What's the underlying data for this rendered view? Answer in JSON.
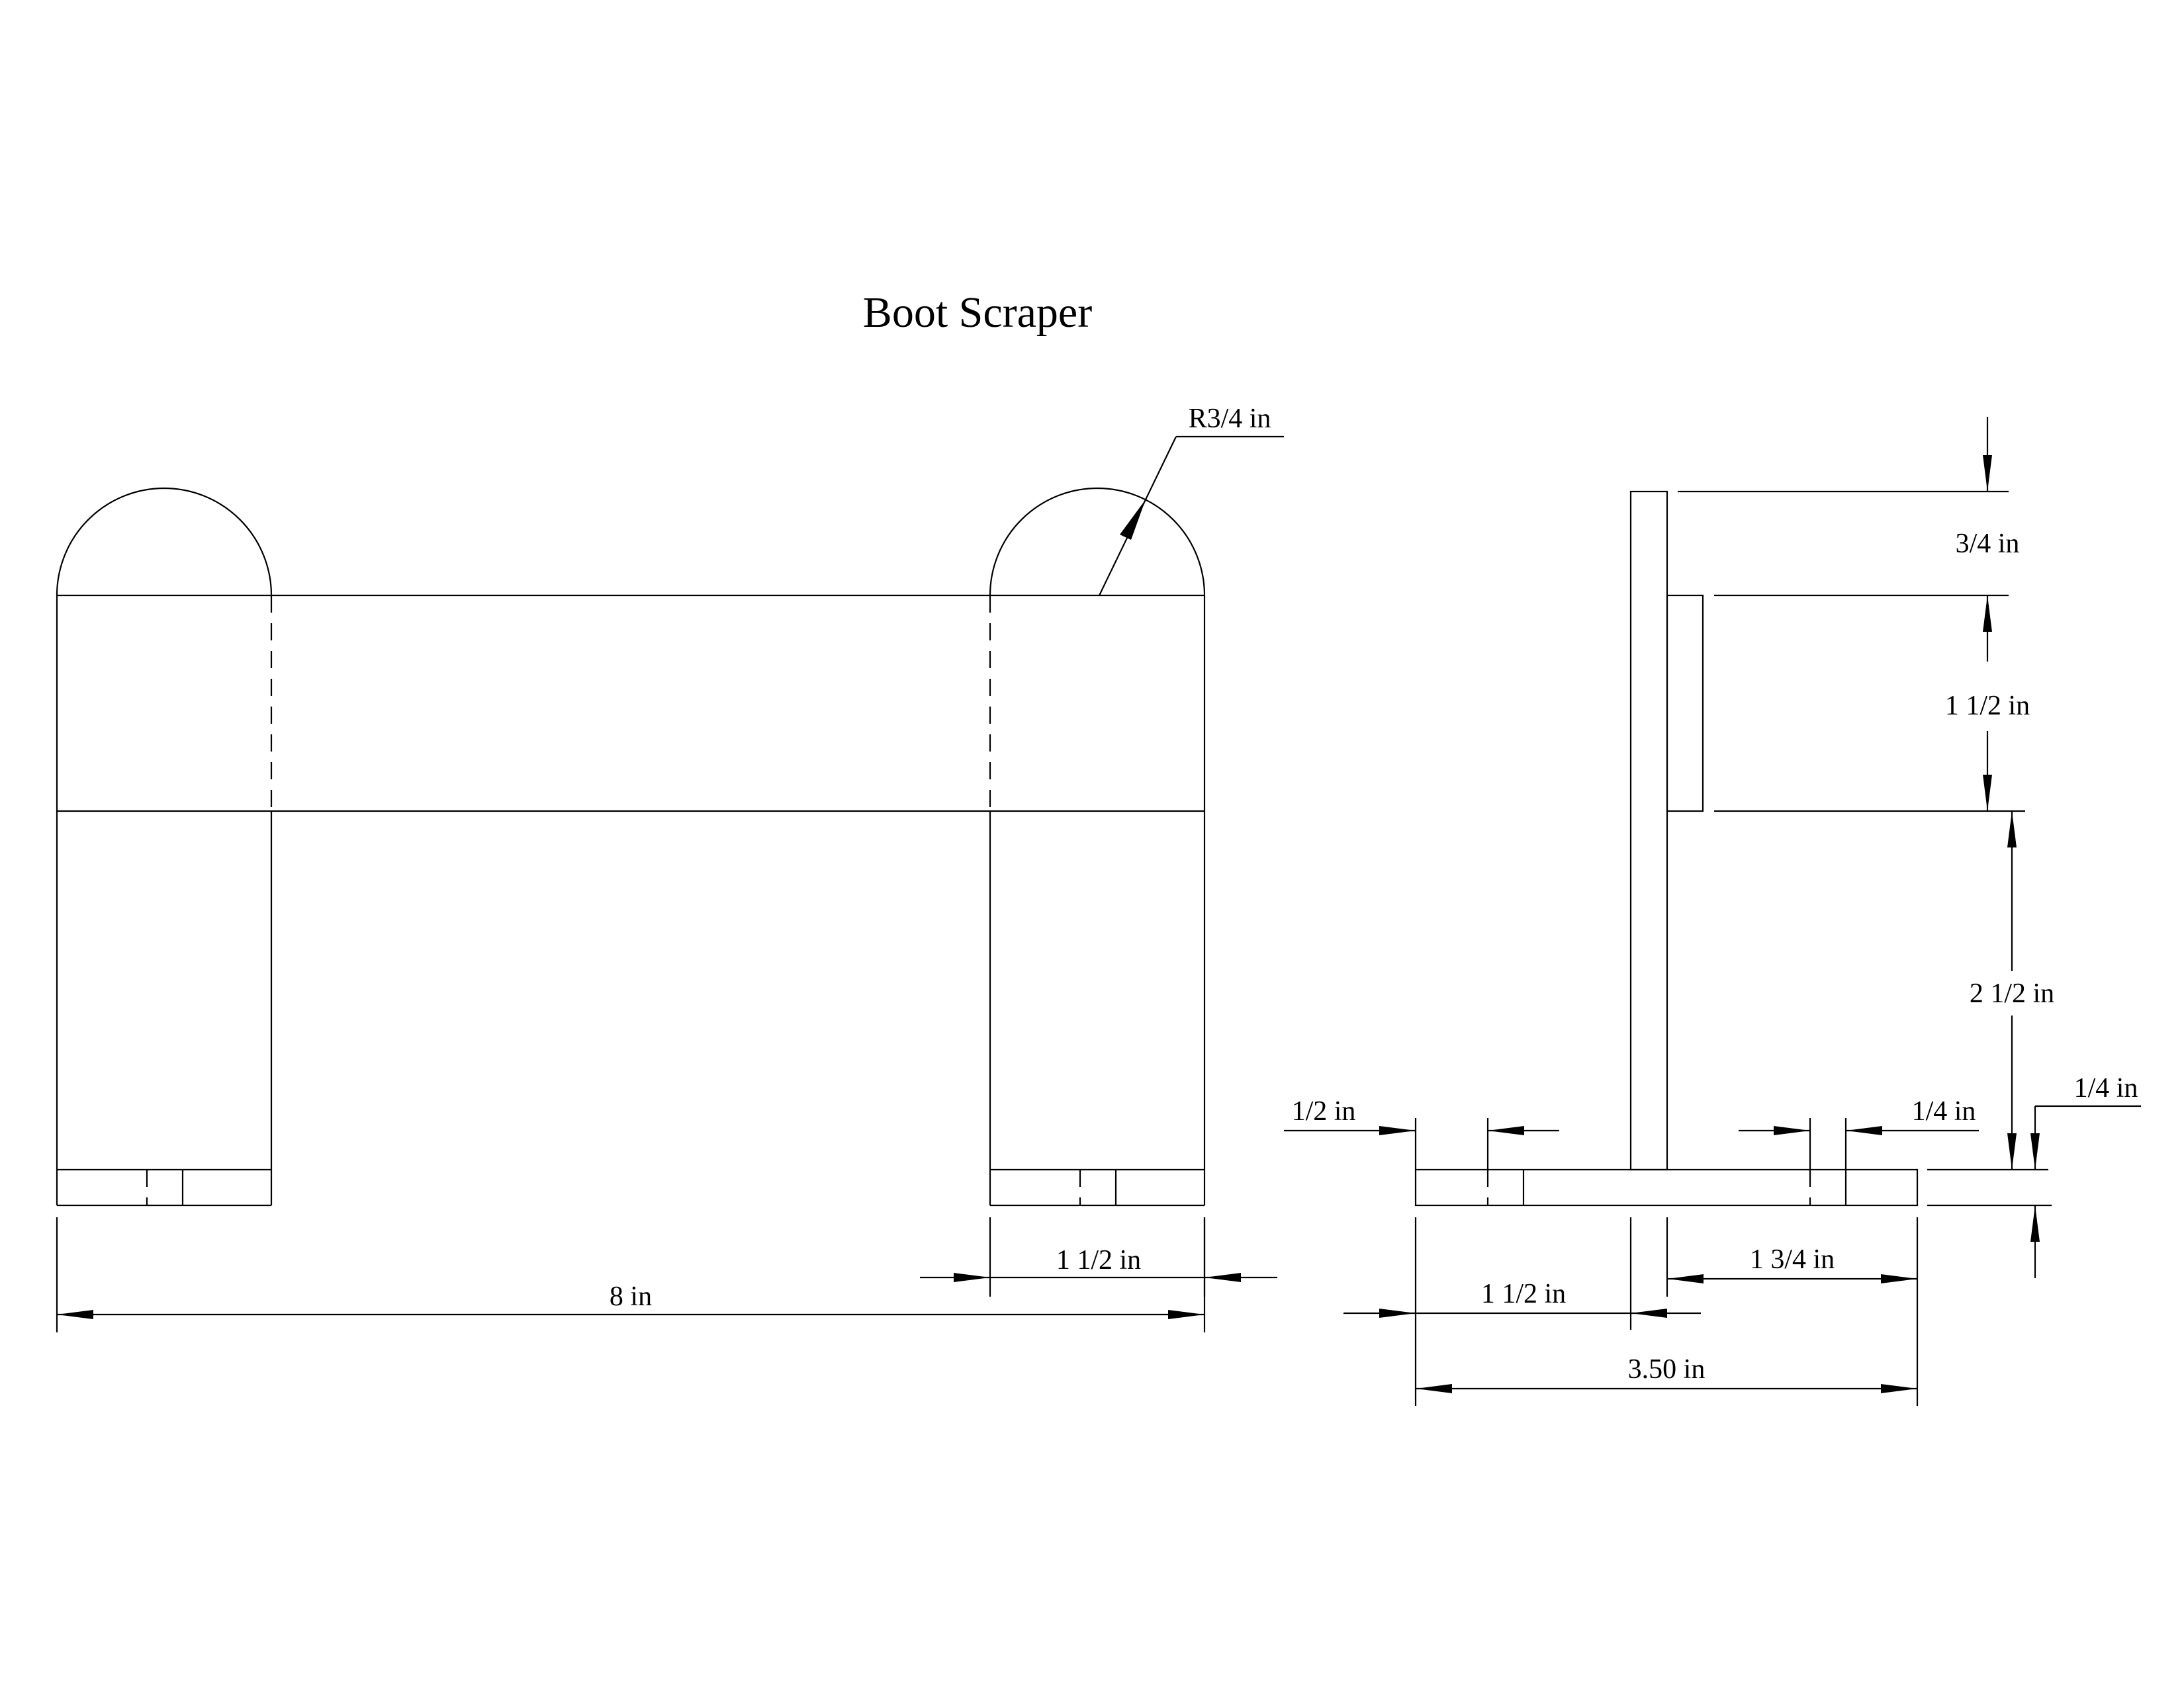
{
  "title": "Boot Scraper",
  "dimensions": {
    "radius": "R3/4 in",
    "overall_length": "8 in",
    "leg_width": "1 1/2 in",
    "top_height": "3/4 in",
    "bar_height": "1 1/2 in",
    "bar_clearance": "2 1/2 in",
    "base_thickness": "1/4 in",
    "base_hole_offset": "1/2 in",
    "base_hole_width": "1/4 in",
    "base_to_post": "1 1/2 in",
    "post_to_end": "1 3/4 in",
    "base_length": "3.50 in"
  }
}
